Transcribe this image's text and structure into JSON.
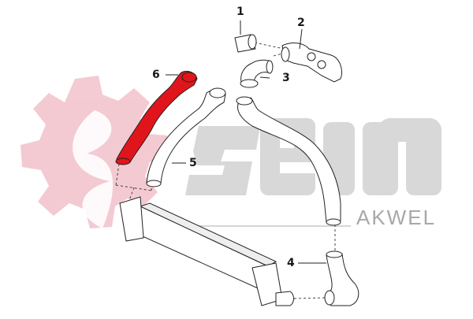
{
  "diagram": {
    "type": "exploded-parts-diagram",
    "subject": "Intercooler and charge air hoses",
    "highlighted_part": "6",
    "highlight_color": "#e0151b",
    "watermark": {
      "logo_color": "#f3c8d0",
      "wordmark": "SEIM",
      "wordmark_color": "#d3d3d3",
      "sub_brand": "AKWEL",
      "sub_brand_color": "#a8a8a8",
      "sub_brand_accent_color": "#e89aa6"
    },
    "callouts": [
      {
        "number": "1",
        "part": "sleeve / coupling"
      },
      {
        "number": "2",
        "part": "throttle-side connector with clamp"
      },
      {
        "number": "3",
        "part": "elbow hose"
      },
      {
        "number": "4",
        "part": "lower intercooler outlet hose"
      },
      {
        "number": "5",
        "part": "intercooler inlet hose (white)"
      },
      {
        "number": "6",
        "part": "turbo intercooler hose (highlighted red)"
      }
    ],
    "other_components": [
      "intercooler"
    ]
  }
}
